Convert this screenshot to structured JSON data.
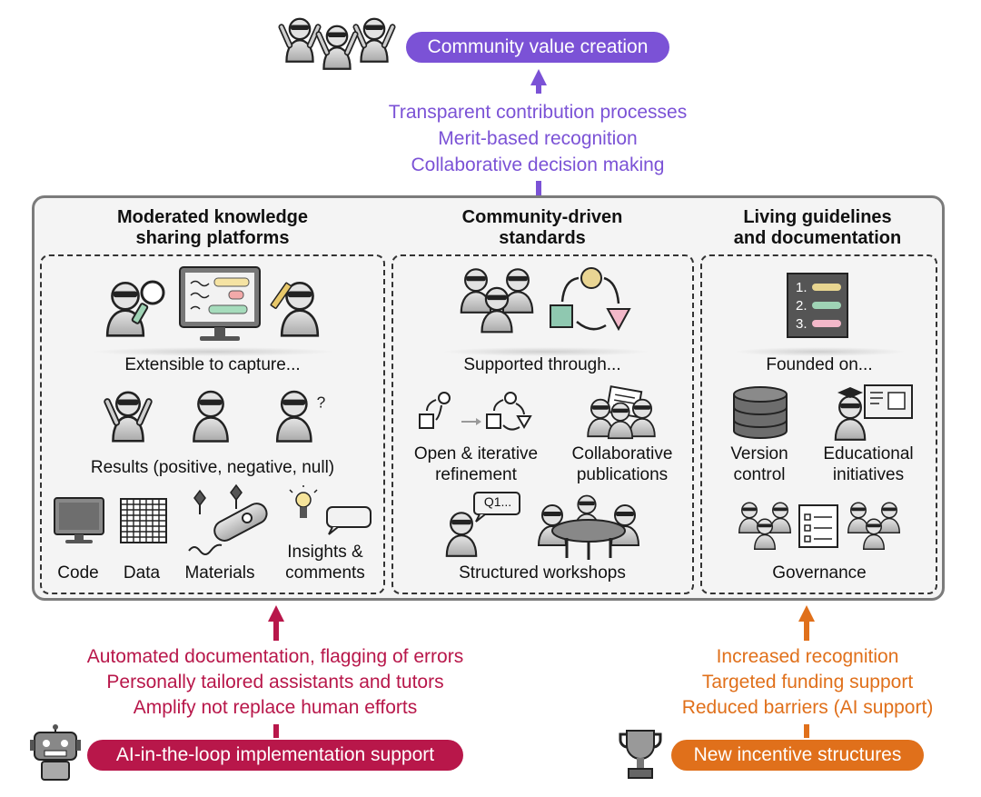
{
  "top": {
    "title": "Community value creation",
    "color": "#7b52d6",
    "points": [
      "Transparent contribution processes",
      "Merit-based recognition",
      "Collaborative decision making"
    ]
  },
  "columns": {
    "left": {
      "heading_line1": "Moderated knowledge",
      "heading_line2": "sharing platforms",
      "capture": "Extensible to capture...",
      "results": "Results (positive, negative, null)",
      "items": [
        "Code",
        "Data",
        "Materials",
        "Insights &",
        "comments"
      ]
    },
    "middle": {
      "heading_line1": "Community-driven",
      "heading_line2": "standards",
      "supported": "Supported through...",
      "open_line1": "Open & iterative",
      "open_line2": "refinement",
      "collab_line1": "Collaborative",
      "collab_line2": "publications",
      "workshop_bubble": "Q1...",
      "workshops": "Structured workshops"
    },
    "right": {
      "heading_line1": "Living guidelines",
      "heading_line2": "and documentation",
      "list_numbers": [
        "1.",
        "2.",
        "3."
      ],
      "founded": "Founded on...",
      "version_line1": "Version",
      "version_line2": "control",
      "edu_line1": "Educational",
      "edu_line2": "initiatives",
      "governance": "Governance"
    }
  },
  "bottom_left": {
    "title": "AI-in-the-loop implementation support",
    "color": "#b8174a",
    "points": [
      "Automated documentation, flagging of errors",
      "Personally tailored assistants and tutors",
      "Amplify not replace human efforts"
    ]
  },
  "bottom_right": {
    "title": "New incentive structures",
    "color": "#e0701b",
    "points": [
      "Increased recognition",
      "Targeted funding support",
      "Reduced barriers (AI support)"
    ]
  }
}
